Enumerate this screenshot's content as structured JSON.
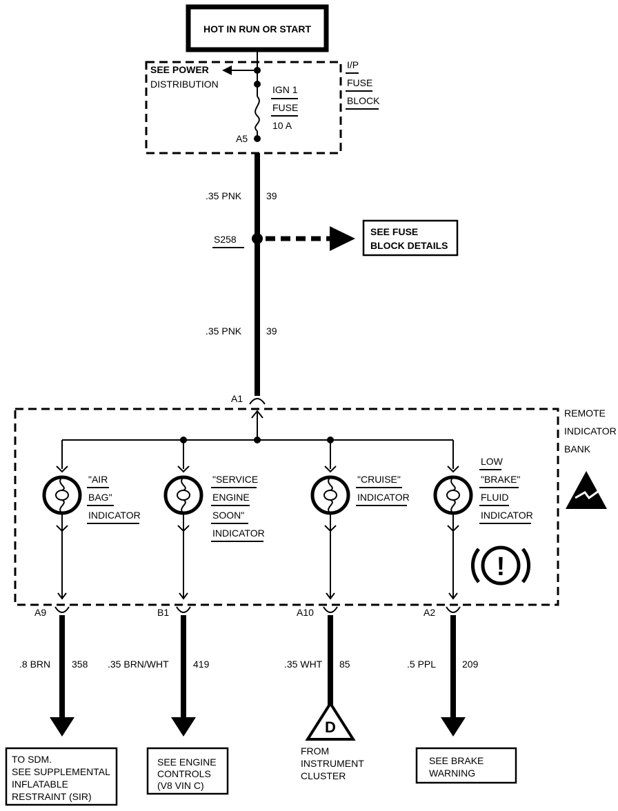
{
  "top_box": "HOT IN RUN OR START",
  "see_power": [
    "SEE POWER",
    "DISTRIBUTION"
  ],
  "fuse_block_label": [
    "I/P",
    "FUSE",
    "BLOCK"
  ],
  "fuse": [
    "IGN 1",
    "FUSE",
    "10 A"
  ],
  "fuse_terminal": "A5",
  "wire_top": {
    "gauge": ".35 PNK",
    "circuit": "39"
  },
  "splice": "S258",
  "see_fuse_details": [
    "SEE FUSE",
    "BLOCK DETAILS"
  ],
  "wire_mid": {
    "gauge": ".35 PNK",
    "circuit": "39"
  },
  "bank_terminal_in": "A1",
  "bank_label": [
    "REMOTE",
    "INDICATOR",
    "BANK"
  ],
  "indicators": [
    {
      "lines": [
        "\"AIR",
        "BAG\"",
        "INDICATOR"
      ],
      "terminal": "A9",
      "gauge": ".8 BRN",
      "circuit": "358",
      "dest": [
        "TO SDM.",
        "SEE SUPPLEMENTAL",
        "INFLATABLE",
        "RESTRAINT (SIR)"
      ]
    },
    {
      "lines": [
        "\"SERVICE",
        "ENGINE",
        "SOON\"",
        "INDICATOR"
      ],
      "terminal": "B1",
      "gauge": ".35 BRN/WHT",
      "circuit": "419",
      "dest": [
        "SEE ENGINE",
        "CONTROLS",
        "(V8 VIN C)"
      ]
    },
    {
      "lines": [
        "\"CRUISE\"",
        "INDICATOR"
      ],
      "terminal": "A10",
      "gauge": ".35 WHT",
      "circuit": "85",
      "dest": [
        "FROM",
        "INSTRUMENT",
        "CLUSTER"
      ]
    },
    {
      "lines": [
        "LOW",
        "\"BRAKE\"",
        "FLUID",
        "INDICATOR"
      ],
      "terminal": "A2",
      "gauge": ".5 PPL",
      "circuit": "209",
      "dest": [
        "SEE BRAKE",
        "WARNING"
      ]
    }
  ],
  "connector_letter": "D",
  "brake_symbol": "!"
}
